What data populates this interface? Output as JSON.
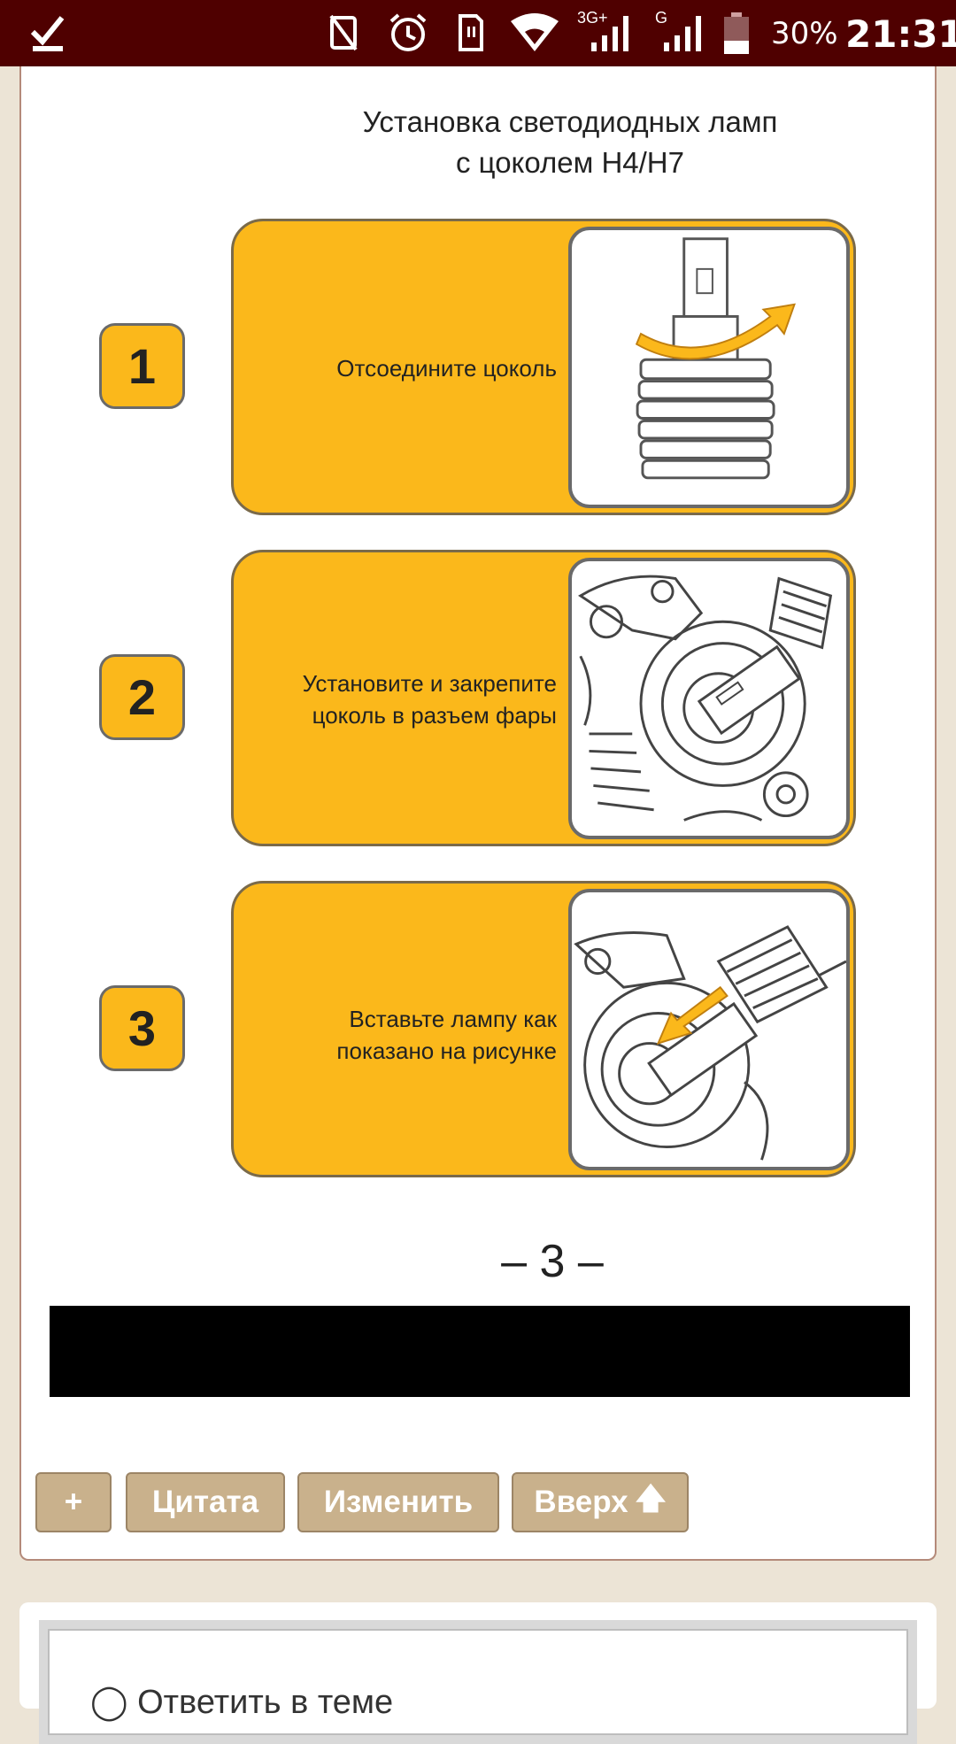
{
  "status_bar": {
    "battery_percent": "30%",
    "time": "21:31",
    "network_1": "3G+",
    "network_2": "G",
    "icons": [
      "check-icon",
      "nfc-off-icon",
      "alarm-icon",
      "sim-card-icon",
      "wifi-icon",
      "signal-icon",
      "signal-icon",
      "battery-icon"
    ]
  },
  "post": {
    "image": {
      "title_line1": "Установка светодиодных ламп",
      "title_line2": "с цоколем H4/H7",
      "steps": [
        {
          "number": "1",
          "text_lines": [
            "Отсоедините цоколь"
          ]
        },
        {
          "number": "2",
          "text_lines": [
            "Установите и закрепите",
            "цоколь в разъем фары"
          ]
        },
        {
          "number": "3",
          "text_lines": [
            "Вставьте лампу как",
            "показано на рисунке"
          ]
        }
      ],
      "page_number": "– 3 –"
    },
    "actions": {
      "plus": "+",
      "quote": "Цитата",
      "edit": "Изменить",
      "top": "Вверх"
    }
  },
  "reply": {
    "label": "Ответить в теме"
  },
  "colors": {
    "status_bar": "#4f0000",
    "step_fill": "#fbb81b",
    "button": "#c9b18c",
    "page_bg": "#ece4d6"
  }
}
